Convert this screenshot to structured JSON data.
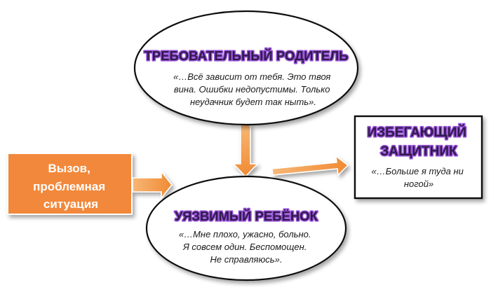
{
  "colors": {
    "arrow_orange": "#f08a32",
    "arrow_orange_light": "#f7b777",
    "trigger_fill": "#f2883a",
    "title_fill": "#2e1a4a",
    "title_glow": "#9a55d8",
    "outline": "#111111"
  },
  "trigger": {
    "lines": [
      "Вызов,",
      "проблемная",
      "ситуация"
    ]
  },
  "parent": {
    "title": "ТРЕБОВАТЕЛЬНЫЙ РОДИТЕЛЬ",
    "quote_lines": [
      "«…Всё зависит от тебя. Это твоя",
      "вина. Ошибки недопустимы. Только",
      "неудачник будет так ныть»."
    ]
  },
  "child": {
    "title": "УЯЗВИМЫЙ РЕБЁНОК",
    "quote_lines": [
      "«…Мне плохо, ужасно, больно.",
      "Я совсем один. Беспомощен.",
      "Не справляюсь»."
    ]
  },
  "protector": {
    "title_lines": [
      "ИЗБЕГАЮЩИЙ",
      "ЗАЩИТНИК"
    ],
    "quote_lines": [
      "«…Больше я туда ни",
      "ногой»"
    ]
  }
}
